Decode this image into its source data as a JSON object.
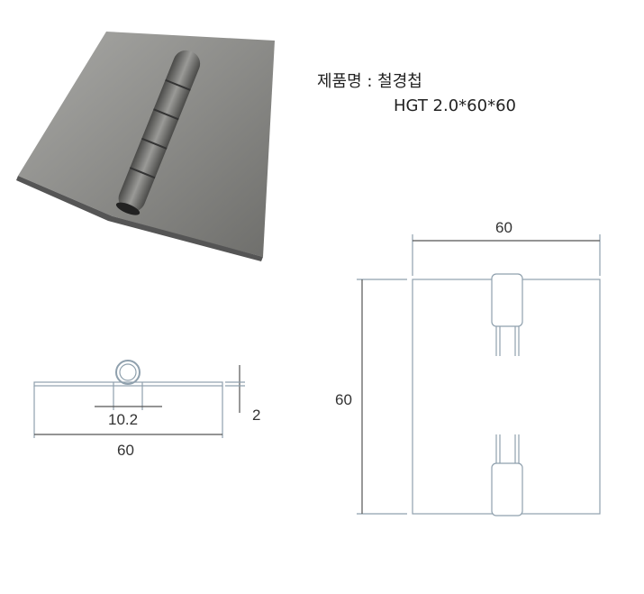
{
  "product": {
    "name_label": "제품명 : 철경첩",
    "model": "HGT 2.0*60*60"
  },
  "side_view": {
    "knuckle_width": "10.2",
    "total_width": "60",
    "thickness": "2"
  },
  "front_view": {
    "width": "60",
    "height": "60"
  },
  "colors": {
    "line": "#8fa0ad",
    "plate": "#8a8a88"
  }
}
